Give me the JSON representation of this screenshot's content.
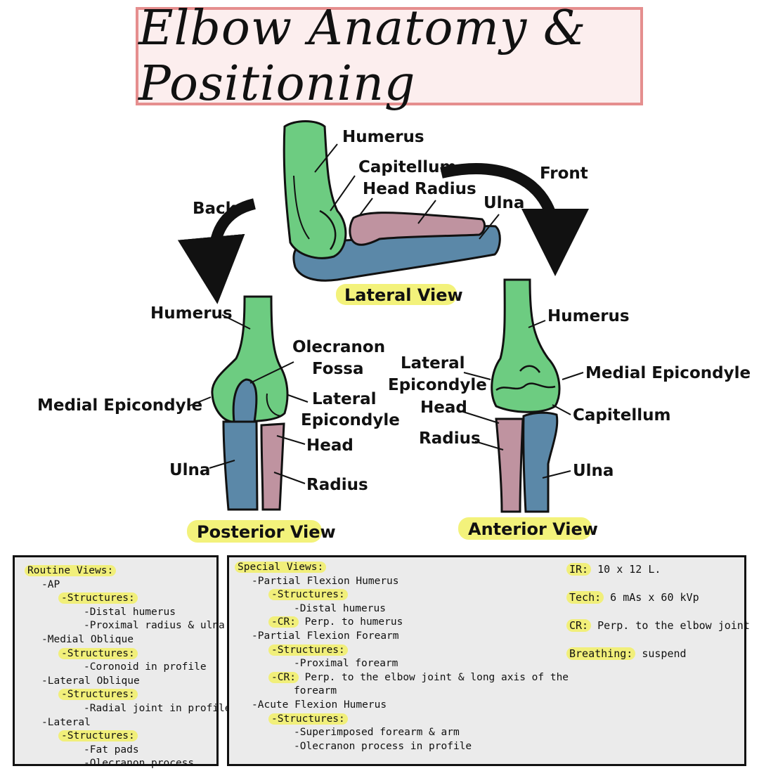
{
  "title": "Elbow Anatomy & Positioning",
  "colors": {
    "humerus": "#6dcc81",
    "ulna": "#5b88a8",
    "radius": "#bf93a0",
    "highlight": "#f1ef7a",
    "title_border": "#e58e8e",
    "title_bg": "#fceeee"
  },
  "lateral": {
    "view_label": "Lateral View",
    "labels": {
      "humerus": "Humerus",
      "capitellum": "Capitellum",
      "head": "Head",
      "radius": "Radius",
      "ulna": "Ulna",
      "back": "Back",
      "front": "Front"
    }
  },
  "posterior": {
    "view_label": "Posterior View",
    "labels": {
      "humerus": "Humerus",
      "olecranon": "Olecranon",
      "fossa": "Fossa",
      "medial": "Medial Epicondyle",
      "lateral1": "Lateral",
      "lateral2": "Epicondyle",
      "head": "Head",
      "ulna": "Ulna",
      "radius": "Radius"
    }
  },
  "anterior": {
    "view_label": "Anterior View",
    "labels": {
      "humerus": "Humerus",
      "lateral1": "Lateral",
      "lateral2": "Epicondyle",
      "medial": "Medial Epicondyle",
      "head": "Head",
      "capitellum": "Capitellum",
      "radius": "Radius",
      "ulna": "Ulna"
    }
  },
  "routine": {
    "heading": "Routine Views:",
    "lines": [
      {
        "indent": 2,
        "text": "-AP",
        "hl": false
      },
      {
        "indent": 4,
        "text": "-Structures:",
        "hl": true
      },
      {
        "indent": 7,
        "text": "-Distal humerus",
        "hl": false
      },
      {
        "indent": 7,
        "text": "-Proximal radius & ulna",
        "hl": false
      },
      {
        "indent": 2,
        "text": "-Medial Oblique",
        "hl": false
      },
      {
        "indent": 4,
        "text": "-Structures:",
        "hl": true
      },
      {
        "indent": 7,
        "text": "-Coronoid in profile",
        "hl": false
      },
      {
        "indent": 2,
        "text": "-Lateral Oblique",
        "hl": false
      },
      {
        "indent": 4,
        "text": "-Structures:",
        "hl": true
      },
      {
        "indent": 7,
        "text": "-Radial joint in profile",
        "hl": false
      },
      {
        "indent": 2,
        "text": "-Lateral",
        "hl": false
      },
      {
        "indent": 4,
        "text": "-Structures:",
        "hl": true
      },
      {
        "indent": 7,
        "text": "-Fat pads",
        "hl": false
      },
      {
        "indent": 7,
        "text": "-Olecranon process",
        "hl": false
      }
    ]
  },
  "special": {
    "heading": "Special Views:",
    "lines": [
      {
        "indent": 2,
        "pre": "-Partial Flexion Humerus",
        "hl": "",
        "post": ""
      },
      {
        "indent": 4,
        "pre": "",
        "hl": "-Structures:",
        "post": ""
      },
      {
        "indent": 7,
        "pre": "-Distal humerus",
        "hl": "",
        "post": ""
      },
      {
        "indent": 4,
        "pre": "",
        "hl": "-CR:",
        "post": " Perp. to humerus"
      },
      {
        "indent": 2,
        "pre": "-Partial Flexion Forearm",
        "hl": "",
        "post": ""
      },
      {
        "indent": 4,
        "pre": "",
        "hl": "-Structures:",
        "post": ""
      },
      {
        "indent": 7,
        "pre": "-Proximal forearm",
        "hl": "",
        "post": ""
      },
      {
        "indent": 4,
        "pre": "",
        "hl": "-CR:",
        "post": " Perp. to the elbow joint & long axis of the"
      },
      {
        "indent": 7,
        "pre": "forearm",
        "hl": "",
        "post": ""
      },
      {
        "indent": 2,
        "pre": "-Acute Flexion Humerus",
        "hl": "",
        "post": ""
      },
      {
        "indent": 4,
        "pre": "",
        "hl": "-Structures:",
        "post": ""
      },
      {
        "indent": 7,
        "pre": "-Superimposed forearm & arm",
        "hl": "",
        "post": ""
      },
      {
        "indent": 7,
        "pre": "-Olecranon process in profile",
        "hl": "",
        "post": ""
      }
    ],
    "info": [
      {
        "key": "IR:",
        "value": " 10 x 12 L."
      },
      {
        "key": "Tech:",
        "value": " 6 mAs x 60 kVp"
      },
      {
        "key": "CR:",
        "value": " Perp. to the elbow joint"
      },
      {
        "key": "Breathing:",
        "value": " suspend"
      }
    ]
  }
}
